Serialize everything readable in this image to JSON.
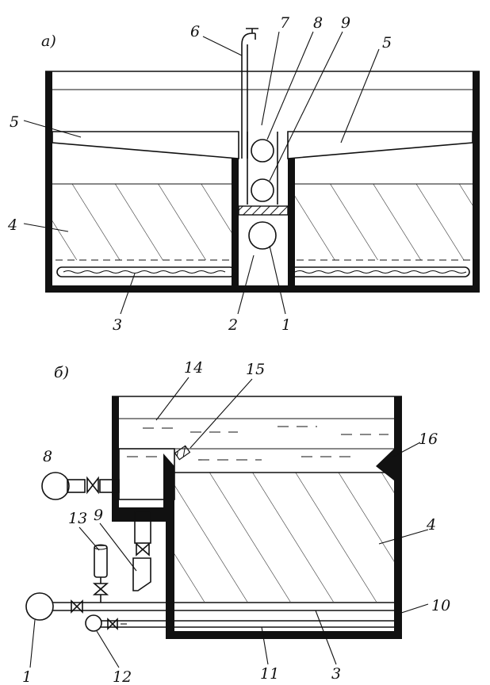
{
  "figure_a": {
    "panel_label": "а)",
    "labels": {
      "l6": "6",
      "l7": "7",
      "l8": "8",
      "l9": "9",
      "l5_right": "5",
      "l5_left": "5",
      "l4": "4",
      "l3": "3",
      "l2": "2",
      "l1": "1"
    }
  },
  "figure_b": {
    "panel_label": "б)",
    "labels": {
      "l14": "14",
      "l15": "15",
      "l16": "16",
      "l8": "8",
      "l4": "4",
      "l13": "13",
      "l9": "9",
      "l1": "1",
      "l12": "12",
      "l11": "11",
      "l3": "3",
      "l10": "10"
    }
  }
}
